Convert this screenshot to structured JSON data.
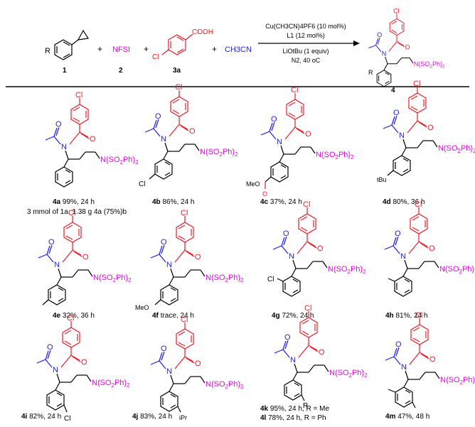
{
  "scheme": {
    "r_label": "R",
    "cmpd1": "1",
    "plus": "+",
    "nfsi": "NFSI",
    "cmpd2": "2",
    "cooh": "COOH",
    "cl": "Cl",
    "cmpd3a": "3a",
    "ch3cn": "CH3CN",
    "cond1": "Cu(CH3CN)4PF6 (10 mol%)",
    "cond2": "L1 (12 mol%)",
    "cond3": "LiOtBu (1 equiv)",
    "cond4": "N2, 40 oC",
    "product": "4"
  },
  "labels": {
    "n": "N",
    "nso2": "N(SO2Ph)2",
    "cl": "Cl",
    "meo2c": "MeO",
    "tbu": "tBu",
    "meo": "MeO",
    "ipr": "iPr",
    "r": "R"
  },
  "colors": {
    "red": "#ee1c25",
    "blue": "#1c1ced",
    "magenta": "#ec00ec",
    "black": "#000000"
  },
  "products": [
    {
      "id": "4a",
      "text": "99%, 24 h",
      "note": "3 mmol of 1a, 1.38 g 4a (75%)b"
    },
    {
      "id": "4b",
      "text": "86%, 24 h"
    },
    {
      "id": "4c",
      "text": "37%, 24 h"
    },
    {
      "id": "4d",
      "text": "80%, 36 h"
    },
    {
      "id": "4e",
      "text": "32%, 36 h"
    },
    {
      "id": "4f",
      "text": "trace, 24 h"
    },
    {
      "id": "4g",
      "text": "72%, 24 h"
    },
    {
      "id": "4h",
      "text": "81%, 24 h"
    },
    {
      "id": "4i",
      "text": "82%, 24 h"
    },
    {
      "id": "4j",
      "text": "83%, 24 h"
    },
    {
      "id": "4k",
      "text": "95%, 24 h, R = Me"
    },
    {
      "id": "4l",
      "text": "78%, 24 h, R = Ph"
    },
    {
      "id": "4m",
      "text": "47%, 48 h"
    }
  ]
}
